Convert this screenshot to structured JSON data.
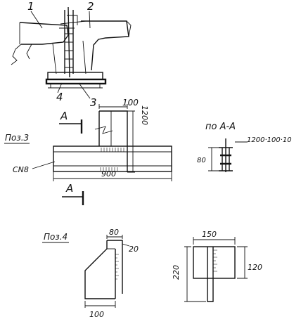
{
  "callouts": {
    "c1": "1",
    "c2": "2",
    "c3": "3",
    "c4": "4"
  },
  "poz3": {
    "title": "Поз.3",
    "section_mark": "A",
    "channel_label": "СN8",
    "dim_top": "100",
    "dim_height": "1200",
    "dim_length": "900",
    "section_title": "по  А-А",
    "section_spec": "1200·100·10",
    "section_dim": "80"
  },
  "poz4": {
    "title": "Поз.4",
    "dim_top_left": "80",
    "dim_notch": "20",
    "dim_bottom": "100",
    "dim_width_right": "150",
    "dim_height_left": "220",
    "dim_height_right": "120"
  }
}
